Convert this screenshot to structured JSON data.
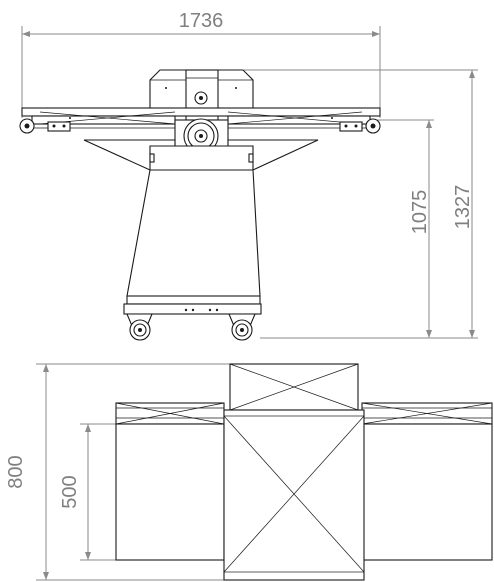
{
  "drawing": {
    "dimensions": {
      "overall_width": "1736",
      "table_height": "1075",
      "overall_height": "1327",
      "overall_depth": "800",
      "belt_depth": "500"
    }
  }
}
